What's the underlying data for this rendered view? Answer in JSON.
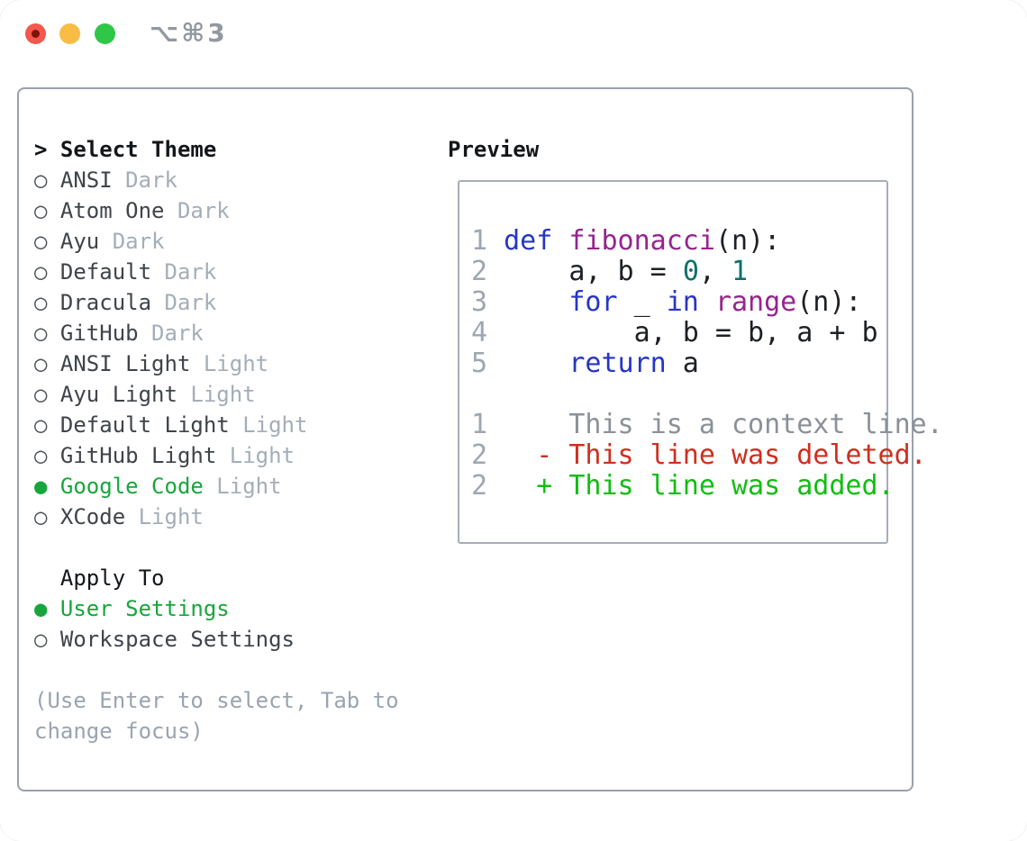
{
  "window": {
    "title": "⌥⌘3",
    "buttons": [
      "close",
      "minimize",
      "zoom"
    ]
  },
  "left_panel": {
    "header": {
      "prefix": ">",
      "label": "Select Theme"
    },
    "themes": [
      {
        "name": "ANSI",
        "variant": "Dark",
        "selected": false
      },
      {
        "name": "Atom One",
        "variant": "Dark",
        "selected": false
      },
      {
        "name": "Ayu",
        "variant": "Dark",
        "selected": false
      },
      {
        "name": "Default",
        "variant": "Dark",
        "selected": false
      },
      {
        "name": "Dracula",
        "variant": "Dark",
        "selected": false
      },
      {
        "name": "GitHub",
        "variant": "Dark",
        "selected": false
      },
      {
        "name": "ANSI Light",
        "variant": "Light",
        "selected": false
      },
      {
        "name": "Ayu Light",
        "variant": "Light",
        "selected": false
      },
      {
        "name": "Default Light",
        "variant": "Light",
        "selected": false
      },
      {
        "name": "GitHub Light",
        "variant": "Light",
        "selected": false
      },
      {
        "name": "Google Code",
        "variant": "Light",
        "selected": true
      },
      {
        "name": "XCode",
        "variant": "Light",
        "selected": false
      }
    ],
    "bullet_selected": "●",
    "bullet_unselected": "○",
    "apply_to": {
      "label": "Apply To",
      "options": [
        {
          "name": "User Settings",
          "selected": true
        },
        {
          "name": "Workspace Settings",
          "selected": false
        }
      ]
    },
    "hint_lines": [
      "(Use Enter to select, Tab to",
      "change focus)"
    ]
  },
  "preview": {
    "title": "Preview",
    "code_lines": [
      {
        "num": "1",
        "segments": [
          [
            "keyword",
            "def"
          ],
          [
            "plain",
            " "
          ],
          [
            "function",
            "fibonacci"
          ],
          [
            "plain",
            "(n):"
          ]
        ]
      },
      {
        "num": "2",
        "segments": [
          [
            "plain",
            "    a, b = "
          ],
          [
            "number",
            "0"
          ],
          [
            "plain",
            ", "
          ],
          [
            "number",
            "1"
          ]
        ]
      },
      {
        "num": "3",
        "segments": [
          [
            "plain",
            "    "
          ],
          [
            "keyword",
            "for"
          ],
          [
            "plain",
            " _ "
          ],
          [
            "keyword",
            "in"
          ],
          [
            "plain",
            " "
          ],
          [
            "function",
            "range"
          ],
          [
            "plain",
            "(n):"
          ]
        ]
      },
      {
        "num": "4",
        "segments": [
          [
            "plain",
            "        a, b = b, a + b"
          ]
        ]
      },
      {
        "num": "5",
        "segments": [
          [
            "plain",
            "    "
          ],
          [
            "keyword",
            "return"
          ],
          [
            "plain",
            " a"
          ]
        ]
      }
    ],
    "diff_lines": [
      {
        "num": "1",
        "type": "context",
        "text": "    This is a context line."
      },
      {
        "num": "2",
        "type": "deleted",
        "text": "  - This line was deleted."
      },
      {
        "num": "2",
        "type": "added",
        "text": "  + This line was added."
      }
    ]
  },
  "colors": {
    "selected_green": "#17a63c",
    "keyword_blue": "#2636c3",
    "function_purple": "#96248f",
    "number_teal": "#0e6f6b",
    "deleted_red": "#cf2f1e",
    "added_green": "#12bd12",
    "muted_gray": "#a4aeb9",
    "hint_gray": "#9aa4af",
    "line_number_gray": "#9ca7b2"
  }
}
